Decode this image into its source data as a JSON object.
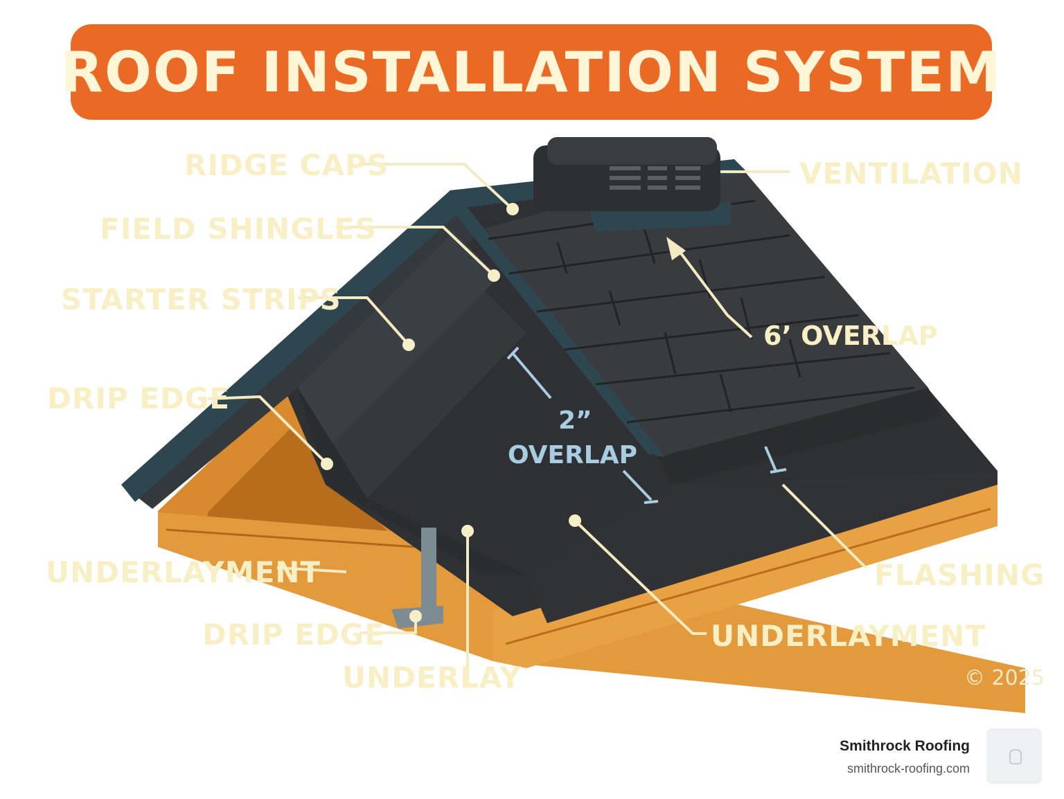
{
  "title": "ROOF INSTALLATION SYSTEM",
  "labels": {
    "ridge_caps": "RIDGE CAPS",
    "field_shingles": "FIELD SHINGLES",
    "starter_strips": "STARTER STRIPS",
    "drip_edge_top": "DRIP EDGE",
    "underlayment_left": "UNDERLAYMENT",
    "drip_edge_bottom": "DRIP EDGE",
    "underlay": "UNDERLAY",
    "ventilation": "VENTILATION",
    "six_overlap": "6’ OVERLAP",
    "two_overlap_num": "2”",
    "two_overlap_word": "OVERLAP",
    "flashing": "FLASHING",
    "underlayment_right": "UNDERLAYMENT"
  },
  "copyright": "© 2025",
  "brand": {
    "name": "Smithrock Roofing",
    "url": "smithrock-roofing.com"
  },
  "colors": {
    "title_bg": "#ea6a25",
    "title_text": "#fff6d8",
    "label_text": "#f8efc4",
    "shingle": "#2f3033",
    "wood": "#d9892e",
    "flashing": "#2e4650",
    "overlap_blue": "#a9cde0"
  }
}
